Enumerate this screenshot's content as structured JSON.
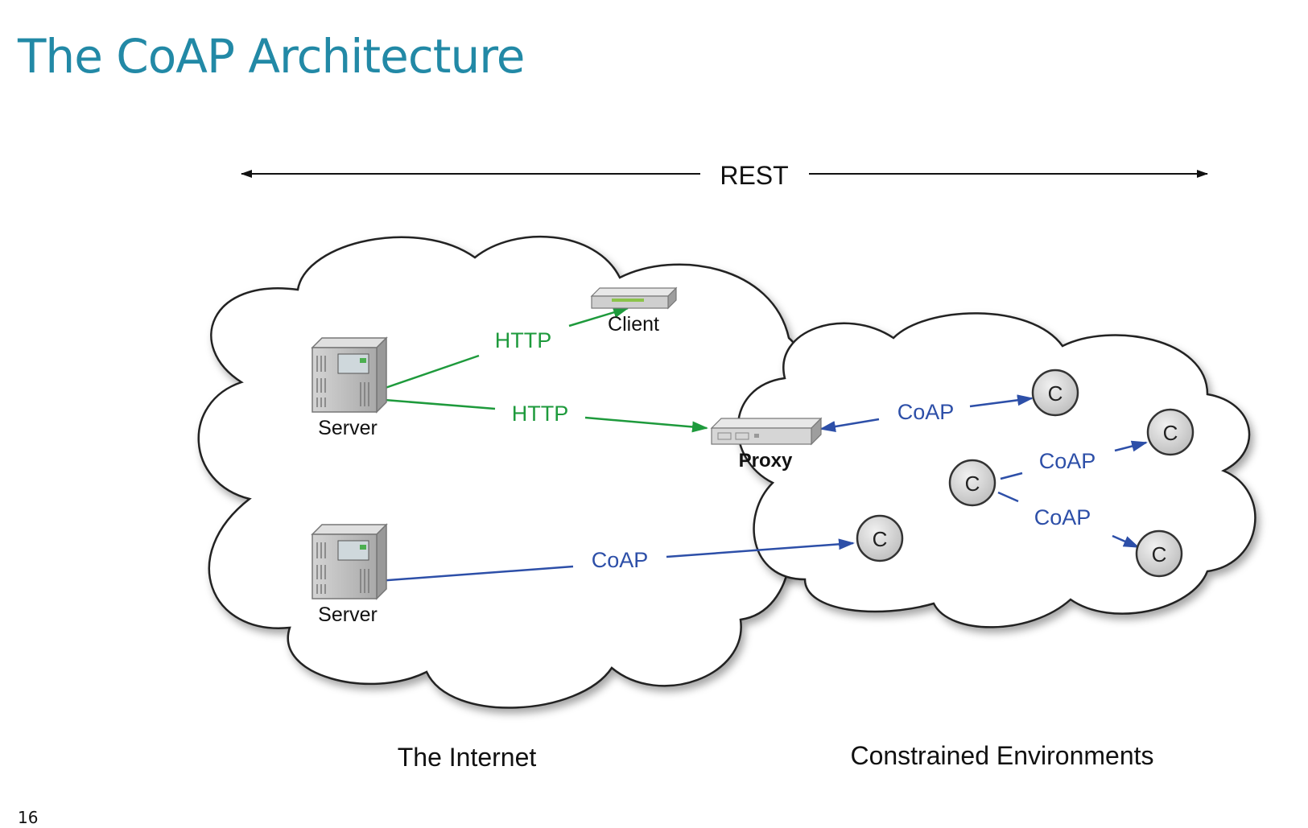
{
  "slide": {
    "title": "The CoAP Architecture",
    "page_number": "16"
  },
  "diagram": {
    "rest_label": "REST",
    "regions": {
      "internet": "The Internet",
      "constrained": "Constrained Environments"
    },
    "nodes": {
      "server_top": "Server",
      "server_bottom": "Server",
      "client": "Client",
      "proxy": "Proxy",
      "constrained_node": "C"
    },
    "links": {
      "http_client": "HTTP",
      "http_proxy": "HTTP",
      "coap_proxy": "CoAP",
      "coap_server": "CoAP",
      "coap_c_upper": "CoAP",
      "coap_c_lower": "CoAP"
    },
    "colors": {
      "title": "#2289a6",
      "http": "#1e9a3c",
      "coap": "#2d4fa8"
    }
  }
}
